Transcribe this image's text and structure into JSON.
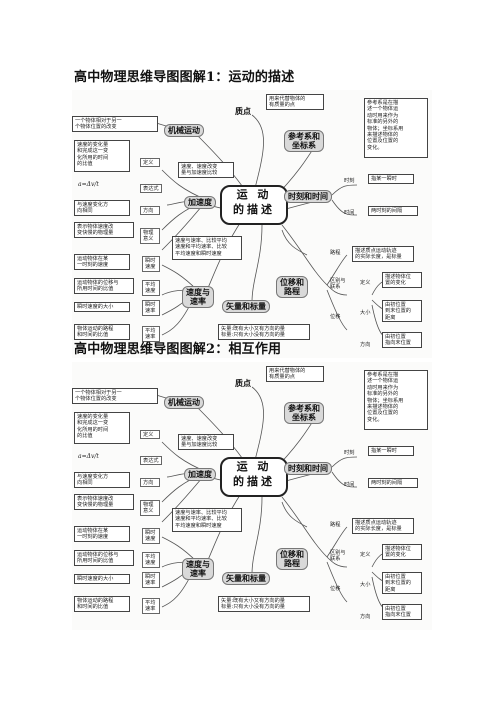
{
  "headings": [
    "高中物理思维导图图解1：运动的描述",
    "高中物理思维导图图解2：相互作用"
  ],
  "map": {
    "center": [
      "运 动",
      "的描述"
    ],
    "topics": {
      "particle": "质点",
      "motion": "机械运动",
      "reference": "参考系和\n坐标系",
      "acceleration": "加速度",
      "time": "时刻和时间",
      "speed": "速度与\n速率",
      "vector": "矢量和标量",
      "displacement": "位移和\n路程"
    },
    "boxes": {
      "motion_def": "一个物体相对于另一\n个物体位置的改变",
      "particle_def": "用来代替物体的\n有质量的点",
      "reference_def": "参考系是在描\n述一个物体运\n动时用来作为\n标准的另外的\n物体；坐标系用\n来描述物体的\n位置及位置的\n变化。",
      "acc_def": "速度的变化量\n和完成这一变\n化所用的时间\n的比值",
      "acc_label_def": "定义",
      "acc_formula": "a=Δv/t",
      "acc_label_formula": "表达式",
      "acc_dir": "与速度变化方\n向相同",
      "acc_label_dir": "方向",
      "acc_meaning": "表示物体速度改\n变快慢的物理量",
      "acc_label_meaning": "物理\n意义",
      "acc_note": "速度、速度改变\n量与加速度比较",
      "time_moment": "时刻",
      "time_moment_def": "指某一瞬时",
      "time_interval": "时间",
      "time_interval_def": "两时刻的间隔",
      "speed_compare": "速度与速率、比较平均\n速度和平均速率、比较\n平均速度和瞬时速度",
      "inst_speed_def": "运动物体在某\n一时刻的速度",
      "inst_speed": "瞬时\n速度",
      "avg_speed_def": "运动物体的位移与\n所用时间的比值",
      "avg_speed": "平均\n速度",
      "inst_rate_def": "瞬时速度的大小",
      "inst_rate": "瞬时\n速率",
      "avg_rate_def": "物体运动的路程\n和时间的比值",
      "avg_rate": "平均\n速率",
      "vector_def": "矢量:既有大小又有方向的量\n标量:只有大小没有方向的量",
      "path": "路程",
      "path_def": "描述质点运动轨迹\n的实际长度，是标量",
      "diff": "区别与\n联系",
      "disp": "位移",
      "disp_def_label": "定义",
      "disp_def": "描述物体位\n置的变化",
      "disp_size_label": "大小",
      "disp_size": "由初位置\n到末位置的\n距离",
      "disp_dir_label": "方向",
      "disp_dir": "由初位置\n指向末位置"
    }
  }
}
